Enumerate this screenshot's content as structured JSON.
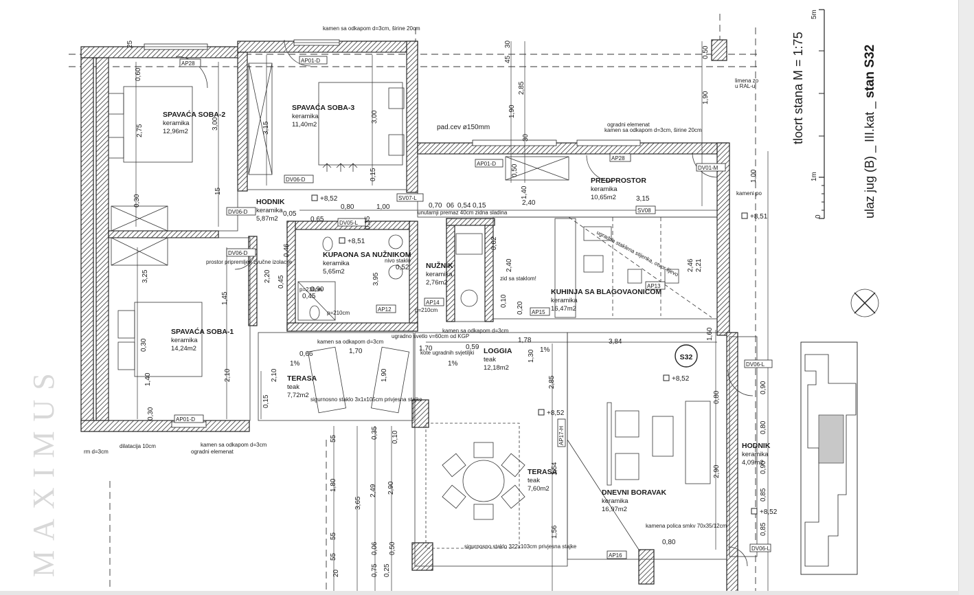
{
  "watermark": "MAXIMUS",
  "side_text": {
    "plan": "tlocrt stana M = 1:75",
    "entry": "ulaz jug (B) _ III.kat _ ",
    "unit": "stan S32"
  },
  "scale_bar": {
    "five": "5m",
    "one": "1m",
    "zero": "0"
  },
  "unit_badge": "S32",
  "rooms": [
    {
      "name": "SPAVAĆA SOBA-2",
      "floor": "keramika",
      "area": "12,96m2"
    },
    {
      "name": "SPAVAĆA SOBA-3",
      "floor": "keramika",
      "area": "11,40m2"
    },
    {
      "name": "HODNIK",
      "floor": "keramika",
      "area": "5,87m2"
    },
    {
      "name": "KUPAONA SA NUŽNIKOM",
      "floor": "keramika",
      "area": "5,65m2"
    },
    {
      "name": "NUŽNIK",
      "floor": "keramika",
      "area": "2,76m2"
    },
    {
      "name": "PREDPROSTOR",
      "floor": "keramika",
      "area": "10,65m2"
    },
    {
      "name": "KUHINJA SA BLAGOVAONICOM",
      "floor": "keramika",
      "area": "16,47m2"
    },
    {
      "name": "SPAVAĆA SOBA-1",
      "floor": "keramika",
      "area": "14,24m2"
    },
    {
      "name": "TERASA",
      "floor": "teak",
      "area": "7,72m2"
    },
    {
      "name": "LOGGIA",
      "floor": "teak",
      "area": "12,18m2"
    },
    {
      "name": "TERASA",
      "floor": "teak",
      "area": "7,60m2"
    },
    {
      "name": "DNEVNI BORAVAK",
      "floor": "keramika",
      "area": "16,97m2"
    },
    {
      "name": "HODNIK",
      "floor": "keramika",
      "area": "4,09m2"
    }
  ],
  "tags": [
    "AP28",
    "AP01-D",
    "AP01-D",
    "AP28",
    "DV01-M",
    "DV06-D",
    "DV06-D",
    "DV06-D",
    "DV05-L",
    "SV07-L",
    "SV08",
    "AP14",
    "AP12",
    "AP13",
    "AP15",
    "AP01-D",
    "AP17-H",
    "AP16",
    "DV06-L",
    "DV06-L"
  ],
  "levels": [
    "+8,52",
    "+8,51",
    "+8,51",
    "+8,52",
    "+8,52",
    "+8,52"
  ],
  "notes": [
    "kamen sa odkapom d=3cm, širine 20cm",
    "pad.cev ø150mm",
    "ogradni elemenat",
    "kamen sa odkapom d=3cm, širine 20cm",
    "kameni po",
    "limena zo",
    "u RAL-u",
    "kamen sa odkapom d=3cm",
    "ugradno svetlo v=60cm od KGP",
    "kote ugradnih svjetiljki",
    "kamen sa odkapom d=3cm",
    "ogradni elemenat",
    "dilatacija 10cm",
    "sigurnosno staklo 3x1x105cm privjesna stajke",
    "sigurnosno staklo 322x103cm privjesna stajke",
    "kamena polica smkv 70x35/12cm",
    "prostor pripremljen zvučne izolacije",
    "unutarnji premaz 40cm zidna sladina",
    "ugradna staklena stijenka, otvor lijevo",
    "kamen sa odkapom d=3cm",
    "zid sa staklom!",
    "rm d=3cm",
    "nivo staklo",
    "p=210cm",
    "p=210cm",
    "p=210cm",
    "1%",
    "1%",
    "1%"
  ],
  "dimensions": [
    "25",
    "0,60",
    "2,75",
    "3,00",
    "3,15",
    "3,00",
    "0,15",
    "45",
    "30",
    "2,85",
    "1,90",
    "0,50",
    "1,40",
    "30",
    "1,90",
    "1,00",
    "0,50",
    "0,30",
    "3,25",
    "1,45",
    "2,10",
    "0,30",
    "1,40",
    "0,30",
    "0,15",
    "2,10",
    "15",
    "0,80",
    "1,00",
    "0,65",
    "2,40",
    "3,15",
    "0,70",
    "0,54",
    "06",
    "0,15",
    "0,05",
    "0,52",
    "1,78",
    "3,84",
    "1,70",
    "0,59",
    "0,66",
    "1,70",
    "1,90",
    "1,30",
    "2,85",
    "1,54",
    "1,56",
    "0,80",
    "0,90",
    "0,80",
    "2,90",
    "0,85",
    "0,85",
    "0,80",
    "1,80",
    "55",
    "3,65",
    "2,49",
    "2,90",
    "55",
    "0,06",
    "0,75",
    "0,25",
    "0,50",
    "20",
    "55",
    "0,35",
    "0,10",
    "2,46",
    "2,21",
    "1,60",
    "0,90",
    "2,20",
    "0,45",
    "0,90",
    "0,45",
    "0,46",
    "3,95",
    "0,35",
    "2,40",
    "0,10",
    "0,20",
    "0,62"
  ],
  "colors": {
    "wall_hatch": "#333333",
    "paper": "#ffffff",
    "line": "#222222"
  }
}
